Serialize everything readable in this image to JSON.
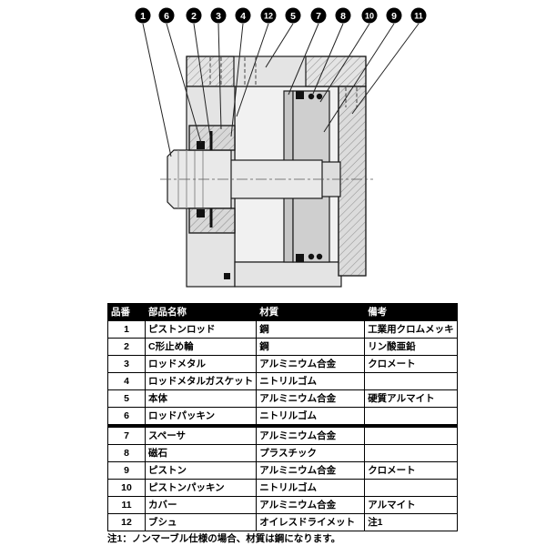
{
  "diagram": {
    "callouts": [
      {
        "label": "1"
      },
      {
        "label": "6"
      },
      {
        "label": "2"
      },
      {
        "label": "3"
      },
      {
        "label": "4"
      },
      {
        "label": "12"
      },
      {
        "label": "5"
      },
      {
        "label": "7"
      },
      {
        "label": "8"
      },
      {
        "label": "10"
      },
      {
        "label": "9"
      },
      {
        "label": "11"
      }
    ]
  },
  "table": {
    "headers": [
      "品番",
      "部品名称",
      "材質",
      "備考"
    ],
    "rows": [
      [
        "1",
        "ピストンロッド",
        "鋼",
        "工業用クロムメッキ"
      ],
      [
        "2",
        "C形止め輪",
        "鋼",
        "リン酸亜鉛"
      ],
      [
        "3",
        "ロッドメタル",
        "アルミニウム合金",
        "クロメート"
      ],
      [
        "4",
        "ロッドメタルガスケット",
        "ニトリルゴム",
        ""
      ],
      [
        "5",
        "本体",
        "アルミニウム合金",
        "硬質アルマイト"
      ],
      [
        "6",
        "ロッドパッキン",
        "ニトリルゴム",
        ""
      ],
      [
        "7",
        "スペーサ",
        "アルミニウム合金",
        ""
      ],
      [
        "8",
        "磁石",
        "プラスチック",
        ""
      ],
      [
        "9",
        "ピストン",
        "アルミニウム合金",
        "クロメート"
      ],
      [
        "10",
        "ピストンパッキン",
        "ニトリルゴム",
        ""
      ],
      [
        "11",
        "カバー",
        "アルミニウム合金",
        "アルマイト"
      ],
      [
        "12",
        "ブシュ",
        "オイレスドライメット",
        "注1"
      ]
    ]
  },
  "footnote": "注1：ノンマーブル仕様の場合、材質は鋼になります。",
  "colors": {
    "background": "#ffffff",
    "header_bg": "#000000",
    "header_text": "#ffffff",
    "line": "#1a1a1a"
  }
}
